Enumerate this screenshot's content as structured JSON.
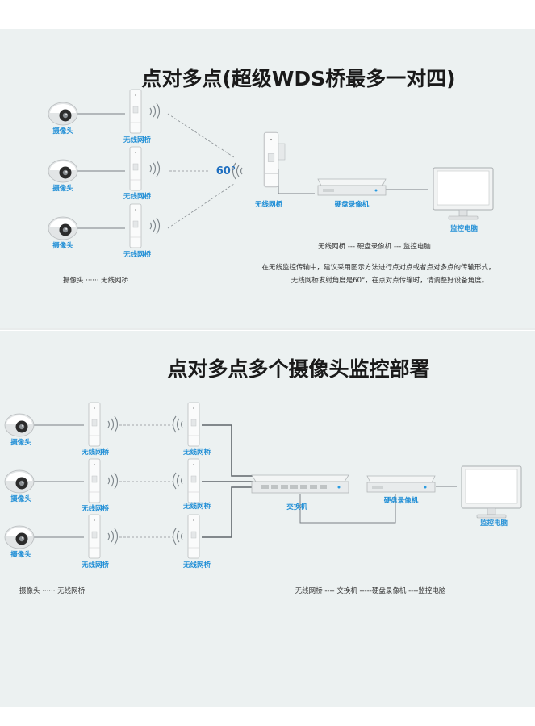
{
  "section1": {
    "title": "点对多点(超级WDS桥最多一对四)",
    "camera_label": "摄像头",
    "bridge_label": "无线网桥",
    "angle": "60°",
    "nvr_label": "硬盘录像机",
    "monitor_label": "监控电脑",
    "legend_left": "摄像头 ······ 无线网桥",
    "legend_right": "无线网桥 --- 硬盘录像机 --- 监控电脑",
    "note_line1": "在无线监控传输中，建议采用图示方法进行点对点或者点对多点的传输形式，",
    "note_line2": "无线网桥发射角度是60°，在点对点传输时，请调整好设备角度。"
  },
  "section2": {
    "title": "点对多点多个摄像头监控部署",
    "camera_label": "摄像头",
    "bridge_label": "无线网桥",
    "switch_label": "交换机",
    "nvr_label": "硬盘录像机",
    "monitor_label": "监控电脑",
    "legend_left": "摄像头 ······ 无线网桥",
    "legend_right": "无线网桥 ---- 交换机 -----硬盘录像机 ----监控电脑"
  },
  "colors": {
    "background": "#ecf1f1",
    "title": "#1a1a1a",
    "label_blue": "#1f8ed6",
    "text_gray": "#333333",
    "device": "#f4f6f6"
  }
}
